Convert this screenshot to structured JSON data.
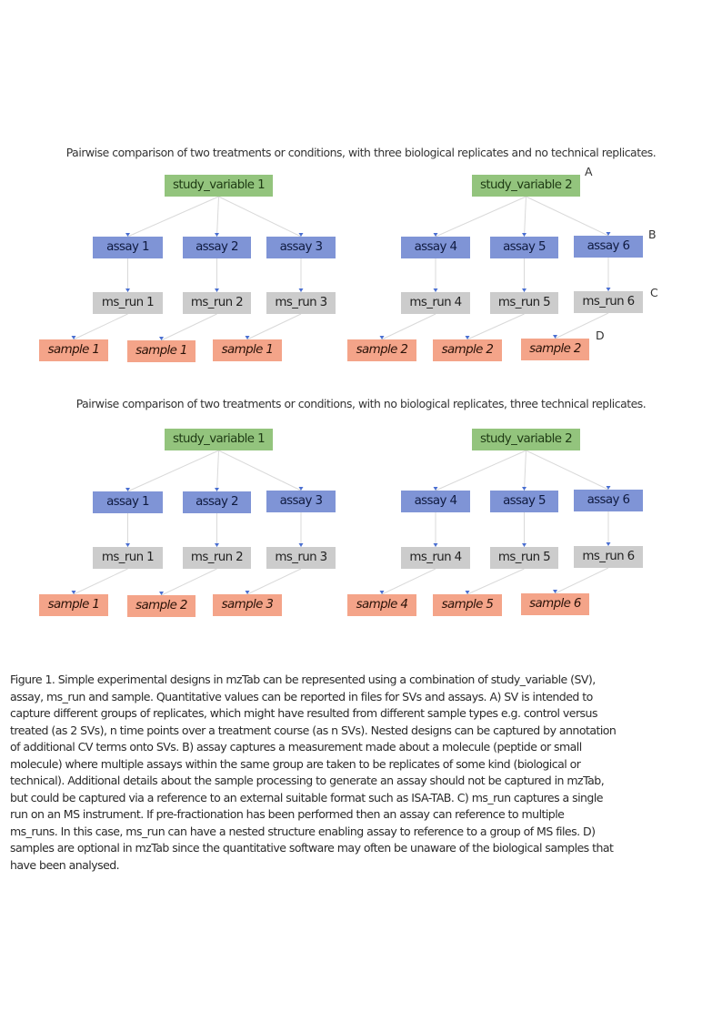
{
  "panel1": {
    "title": "Pairwise comparison of two treatments or conditions, with three biological replicates and no technical replicates.",
    "sv": [
      "study_variable 1",
      "study_variable 2"
    ],
    "assays": [
      "assay 1",
      "assay 2",
      "assay 3",
      "assay 4",
      "assay 5",
      "assay 6"
    ],
    "runs": [
      "ms_run 1",
      "ms_run 2",
      "ms_run 3",
      "ms_run 4",
      "ms_run 5",
      "ms_run 6"
    ],
    "samples": [
      "sample 1",
      "sample 1",
      "sample 1",
      "sample 2",
      "sample 2",
      "sample 2"
    ],
    "letters": [
      "A",
      "B",
      "C",
      "D"
    ]
  },
  "panel2": {
    "title": "Pairwise comparison of two treatments or conditions, with no biological replicates, three technical replicates.",
    "sv": [
      "study_variable 1",
      "study_variable 2"
    ],
    "assays": [
      "assay 1",
      "assay 2",
      "assay 3",
      "assay 4",
      "assay 5",
      "assay 6"
    ],
    "runs": [
      "ms_run 1",
      "ms_run 2",
      "ms_run 3",
      "ms_run 4",
      "ms_run 5",
      "ms_run 6"
    ],
    "samples": [
      "sample 1",
      "sample 2",
      "sample 3",
      "sample 4",
      "sample 5",
      "sample 6"
    ]
  },
  "colors": {
    "study_variable": "#93c47d",
    "assay": "#7f94d6",
    "ms_run": "#cccccc",
    "sample": "#f4a489",
    "edge": "#d9d9d9",
    "arrow": "#4a6fd1"
  },
  "caption": {
    "lines": [
      "Figure 1. Simple experimental designs in mzTab can be represented using a combination of study_variable (SV),",
      "assay, ms_run and sample. Quantitative values can be reported in files for SVs and assays. A) SV is intended to",
      "capture different groups of replicates, which might have resulted from different sample types e.g. control versus",
      "treated (as 2 SVs), n time points over a treatment course (as n SVs). Nested designs can be captured by annotation",
      "of additional CV terms onto SVs. B) assay captures a measurement made about a molecule (peptide or small",
      "molecule) where multiple assays within the same group are taken to be replicates of some kind (biological or",
      "technical). Additional details about the sample processing to generate an assay should not be captured in mzTab,",
      "but could be captured via a reference to an external suitable format such as ISA-TAB. C) ms_run captures a single",
      "run on an MS instrument. If pre-fractionation has been performed then an assay can reference to multiple",
      "ms_runs. In this case, ms_run can have a nested structure enabling assay to reference to a group of MS files. D)",
      "samples are optional in mzTab since the quantitative software may often be unaware of the biological samples that",
      "have been analysed."
    ]
  }
}
